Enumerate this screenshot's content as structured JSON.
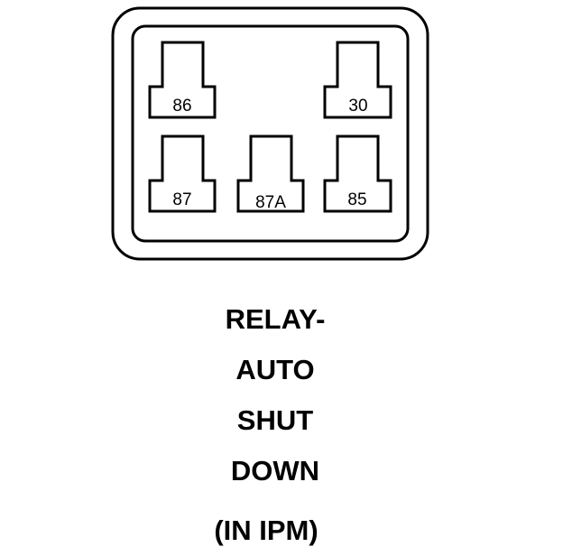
{
  "diagram": {
    "pins": [
      {
        "id": "pin-86",
        "label": "86"
      },
      {
        "id": "pin-30",
        "label": "30"
      },
      {
        "id": "pin-87",
        "label": "87"
      },
      {
        "id": "pin-87a",
        "label": "87A"
      },
      {
        "id": "pin-85",
        "label": "85"
      }
    ]
  },
  "caption": {
    "line1": "RELAY-",
    "line2": "AUTO",
    "line3": "SHUT",
    "line4": "DOWN",
    "line5": "(IN IPM)"
  },
  "colors": {
    "stroke": "#000000",
    "background": "#ffffff"
  }
}
